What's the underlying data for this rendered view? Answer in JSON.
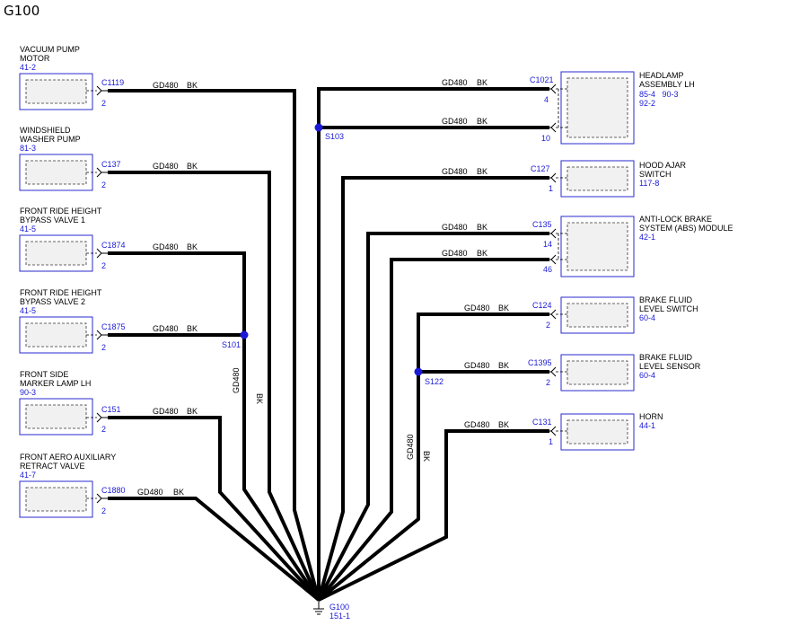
{
  "title": "G100",
  "wire_code": "GD480",
  "wire_color": "BK",
  "left_components": [
    {
      "name_lines": [
        "VACUUM PUMP",
        "MOTOR"
      ],
      "ref": "41-2",
      "connector": "C1119",
      "pin": "2"
    },
    {
      "name_lines": [
        "WINDSHIELD",
        "WASHER PUMP"
      ],
      "ref": "81-3",
      "connector": "C137",
      "pin": "2"
    },
    {
      "name_lines": [
        "FRONT RIDE HEIGHT",
        "BYPASS VALVE 1"
      ],
      "ref": "41-5",
      "connector": "C1874",
      "pin": "2"
    },
    {
      "name_lines": [
        "FRONT RIDE HEIGHT",
        "BYPASS VALVE 2"
      ],
      "ref": "41-5",
      "connector": "C1875",
      "pin": "2"
    },
    {
      "name_lines": [
        "FRONT SIDE",
        "MARKER LAMP LH"
      ],
      "ref": "90-3",
      "connector": "C151",
      "pin": "2"
    },
    {
      "name_lines": [
        "FRONT AERO AUXILIARY",
        "RETRACT VALVE"
      ],
      "ref": "41-7",
      "connector": "C1880",
      "pin": "2"
    }
  ],
  "right_components": [
    {
      "name_lines": [
        "HEADLAMP",
        "ASSEMBLY LH"
      ],
      "refs": [
        "85-4   90-3",
        "92-2"
      ],
      "connector": "C1021",
      "pins": [
        "4",
        "10"
      ]
    },
    {
      "name_lines": [
        "HOOD AJAR",
        "SWITCH"
      ],
      "refs": [
        "117-8"
      ],
      "connector": "C127",
      "pins": [
        "1"
      ]
    },
    {
      "name_lines": [
        "ANTI-LOCK BRAKE",
        "SYSTEM (ABS) MODULE"
      ],
      "refs": [
        "42-1"
      ],
      "connector": "C135",
      "pins": [
        "14",
        "46"
      ]
    },
    {
      "name_lines": [
        "BRAKE FLUID",
        "LEVEL SWITCH"
      ],
      "refs": [
        "60-4"
      ],
      "connector": "C124",
      "pins": [
        "2"
      ]
    },
    {
      "name_lines": [
        "BRAKE FLUID",
        "LEVEL SENSOR"
      ],
      "refs": [
        "60-4"
      ],
      "connector": "C1395",
      "pins": [
        "2"
      ]
    },
    {
      "name_lines": [
        "HORN"
      ],
      "refs": [
        "44-1"
      ],
      "connector": "C131",
      "pins": [
        "1"
      ]
    }
  ],
  "splices": {
    "s101": "S101",
    "s103": "S103",
    "s122": "S122"
  },
  "ground": {
    "label": "G100",
    "ref": "151-1"
  }
}
